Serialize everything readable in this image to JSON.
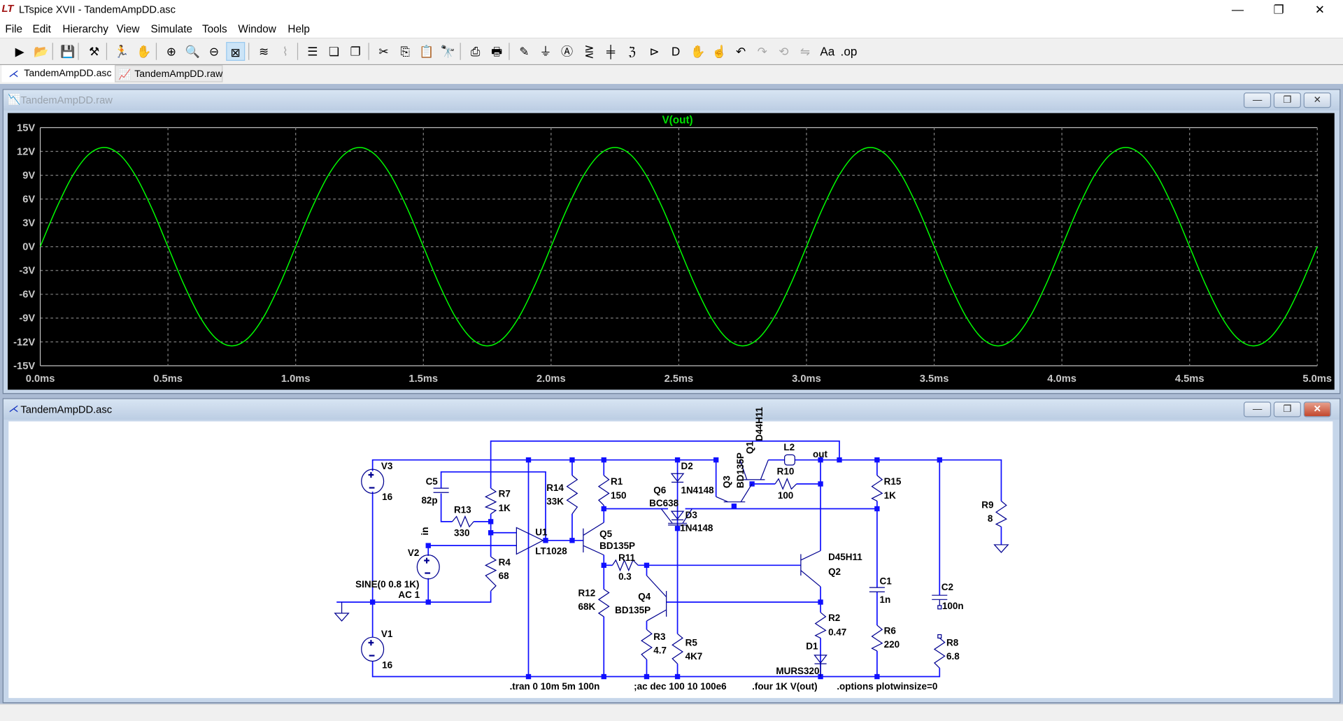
{
  "app": {
    "title": "LTspice XVII - TandemAmpDD.asc",
    "logo_text": "LT"
  },
  "window_controls": {
    "minimize": "—",
    "restore": "❐",
    "close": "✕"
  },
  "menu": [
    "File",
    "Edit",
    "Hierarchy",
    "View",
    "Simulate",
    "Tools",
    "Window",
    "Help"
  ],
  "toolbar": [
    {
      "name": "run",
      "glyph": "▶"
    },
    {
      "name": "open",
      "glyph": "📂"
    },
    {
      "name": "save",
      "glyph": "💾"
    },
    {
      "name": "control-panel",
      "glyph": "⚒"
    },
    {
      "name": "halt",
      "glyph": "🏃"
    },
    {
      "name": "pan",
      "glyph": "✋"
    },
    {
      "name": "zoom-in",
      "glyph": "⊕"
    },
    {
      "name": "zoom-area",
      "glyph": "🔍"
    },
    {
      "name": "zoom-out",
      "glyph": "⊖"
    },
    {
      "name": "zoom-fit",
      "glyph": "⊠"
    },
    {
      "name": "autorange",
      "glyph": "≋"
    },
    {
      "name": "fft",
      "glyph": "⌇"
    },
    {
      "name": "tile-horizontal",
      "glyph": "☰"
    },
    {
      "name": "cascade",
      "glyph": "❏"
    },
    {
      "name": "tile-vertical",
      "glyph": "❐"
    },
    {
      "name": "cut",
      "glyph": "✂"
    },
    {
      "name": "copy",
      "glyph": "⎘"
    },
    {
      "name": "paste",
      "glyph": "📋"
    },
    {
      "name": "find",
      "glyph": "🔭"
    },
    {
      "name": "print-setup",
      "glyph": "⎙"
    },
    {
      "name": "print",
      "glyph": "🖶"
    },
    {
      "name": "draw-wire",
      "glyph": "✎"
    },
    {
      "name": "ground",
      "glyph": "⏚"
    },
    {
      "name": "label-net",
      "glyph": "Ⓐ"
    },
    {
      "name": "resistor",
      "glyph": "⋛"
    },
    {
      "name": "capacitor",
      "glyph": "╪"
    },
    {
      "name": "inductor",
      "glyph": "ℨ"
    },
    {
      "name": "diode",
      "glyph": "⊳"
    },
    {
      "name": "component",
      "glyph": "D"
    },
    {
      "name": "move",
      "glyph": "✋"
    },
    {
      "name": "drag",
      "glyph": "☝"
    },
    {
      "name": "undo",
      "glyph": "↶"
    },
    {
      "name": "redo",
      "glyph": "↷"
    },
    {
      "name": "rotate",
      "glyph": "⟲"
    },
    {
      "name": "mirror",
      "glyph": "⇋"
    },
    {
      "name": "text",
      "glyph": "Aa"
    },
    {
      "name": "spice-directive",
      "glyph": ".op"
    }
  ],
  "tabs": [
    {
      "label": "TandemAmpDD.asc",
      "icon": "⋌"
    },
    {
      "label": "TandemAmpDD.raw",
      "icon": "📈"
    }
  ],
  "waveform_window": {
    "title": "TandemAmpDD.raw"
  },
  "schematic_window": {
    "title": "TandemAmpDD.asc"
  },
  "colors": {
    "trace": "#00ff00",
    "plot_bg": "#000000",
    "wire": "#1010ff",
    "component": "#000090"
  },
  "chart_data": {
    "type": "line",
    "title": "V(out)",
    "xlabel": "",
    "ylabel": "",
    "xlim": [
      0,
      5
    ],
    "ylim": [
      -15,
      15
    ],
    "x_unit": "ms",
    "y_unit": "V",
    "xticks": [
      "0.0ms",
      "0.5ms",
      "1.0ms",
      "1.5ms",
      "2.0ms",
      "2.5ms",
      "3.0ms",
      "3.5ms",
      "4.0ms",
      "4.5ms",
      "5.0ms"
    ],
    "yticks": [
      "15V",
      "12V",
      "9V",
      "6V",
      "3V",
      "0V",
      "-3V",
      "-6V",
      "-9V",
      "-12V",
      "-15V"
    ],
    "grid": true,
    "series": [
      {
        "name": "V(out)",
        "x_start": 0,
        "x_step": 0.0625,
        "values": [
          0,
          4.78,
          8.84,
          11.55,
          12.5,
          11.55,
          8.84,
          4.78,
          0,
          -4.78,
          -8.84,
          -11.55,
          -12.5,
          -11.55,
          -8.84,
          -4.78,
          0,
          4.78,
          8.84,
          11.55,
          12.5,
          11.55,
          8.84,
          4.78,
          0,
          -4.78,
          -8.84,
          -11.55,
          -12.5,
          -11.55,
          -8.84,
          -4.78,
          0,
          4.78,
          8.84,
          11.55,
          12.5,
          11.55,
          8.84,
          4.78,
          0,
          -4.78,
          -8.84,
          -11.55,
          -12.5,
          -11.55,
          -8.84,
          -4.78,
          0,
          4.78,
          8.84,
          11.55,
          12.5,
          11.55,
          8.84,
          4.78,
          0,
          -4.78,
          -8.84,
          -11.55,
          -12.5,
          -11.55,
          -8.84,
          -4.78,
          0,
          4.78,
          8.84,
          11.55,
          12.5,
          11.55,
          8.84,
          4.78,
          0,
          -4.78,
          -8.84,
          -11.55,
          -12.5,
          -11.55,
          -8.84,
          -4.78,
          0
        ]
      }
    ]
  },
  "schematic": {
    "labels": [
      "V3",
      "16",
      "C5",
      "82p",
      "R13",
      "330",
      "R7",
      "1K",
      "in",
      "V2",
      "R4",
      "68",
      "SINE(0 0.8 1K)",
      "AC 1",
      "V1",
      "16",
      "U1",
      "LT1028",
      "R14",
      "33K",
      "R1",
      "150",
      "Q5",
      "BD135P",
      "R11",
      "0.3",
      "R12",
      "68K",
      "Q4",
      "BD135P",
      "R3",
      "4.7",
      "R5",
      "4K7",
      "D2",
      "1N4148",
      "Q6",
      "BC638",
      "D3",
      "1N4148",
      "Q3",
      "BD135P",
      "Q1",
      "D44H11",
      "L2",
      "out",
      "R10",
      "100",
      "D45H11",
      "Q2",
      "R2",
      "0.47",
      "D1",
      "MURS320",
      "R15",
      "1K",
      "C1",
      "1n",
      "R6",
      "220",
      "C2",
      "100n",
      "R9",
      "8",
      "R8",
      "6.8"
    ],
    "directives": [
      ".tran 0 10m 5m 100n",
      ";ac dec 100 10 100e6",
      ".four 1K V(out)",
      ".options plotwinsize=0"
    ]
  }
}
